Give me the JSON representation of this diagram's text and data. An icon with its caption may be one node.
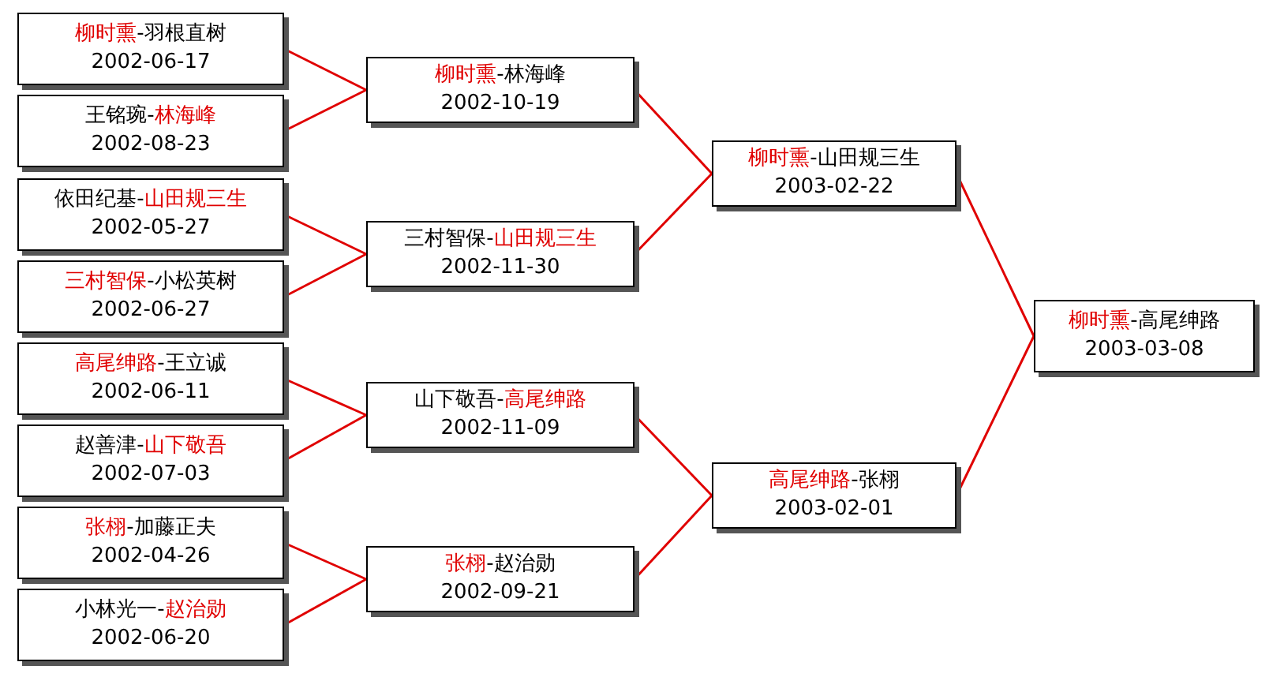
{
  "diagram": {
    "nodes": [
      {
        "text": [
          "*柳时熏*-羽根直树",
          "2002-06-17"
        ]
      },
      {
        "text": [
          "王铭琬-*林海峰*",
          "2002-08-23"
        ]
      },
      {
        "text": [
          "依田纪基-*山田规三生*",
          "2002-05-27"
        ]
      },
      {
        "text": [
          "*三村智保*-小松英树",
          "2002-06-27"
        ]
      },
      {
        "text": [
          "*高尾绅路*-王立诚",
          "2002-06-11"
        ]
      },
      {
        "text": [
          "赵善津-*山下敬吾*",
          "2002-07-03"
        ]
      },
      {
        "text": [
          "*张栩*-加藤正夫",
          "2002-04-26"
        ]
      },
      {
        "text": [
          "小林光一-*赵治勋*",
          "2002-06-20"
        ]
      },
      {
        "text": [
          "*柳时熏*-林海峰",
          "2002-10-19"
        ]
      },
      {
        "text": [
          "三村智保-*山田规三生*",
          "2002-11-30"
        ]
      },
      {
        "text": [
          "山下敬吾-*高尾绅路*",
          "2002-11-09"
        ]
      },
      {
        "text": [
          "*张栩*-赵治勋",
          "2002-09-21"
        ]
      },
      {
        "text": [
          "*柳时熏*-山田规三生",
          "2003-02-22"
        ]
      },
      {
        "text": [
          "*高尾绅路*-张栩",
          "2003-02-01"
        ]
      },
      {
        "text": [
          "*柳时熏*-高尾绅路",
          "2003-03-08"
        ]
      }
    ],
    "edges": [
      {
        "from": 0,
        "to": 8,
        "arrow": "none"
      },
      {
        "from": 1,
        "to": 8,
        "arrow": "none"
      },
      {
        "from": 2,
        "to": 9,
        "arrow": "none"
      },
      {
        "from": 3,
        "to": 9,
        "arrow": "none"
      },
      {
        "from": 4,
        "to": 10,
        "arrow": "none"
      },
      {
        "from": 5,
        "to": 10,
        "arrow": "none"
      },
      {
        "from": 6,
        "to": 11,
        "arrow": "none"
      },
      {
        "from": 7,
        "to": 11,
        "arrow": "none"
      },
      {
        "from": 8,
        "to": 12,
        "arrow": "none"
      },
      {
        "from": 9,
        "to": 12,
        "arrow": "none"
      },
      {
        "from": 10,
        "to": 13,
        "arrow": "none"
      },
      {
        "from": 11,
        "to": 13,
        "arrow": "none"
      },
      {
        "from": 12,
        "to": 14,
        "arrow": "none"
      },
      {
        "from": 13,
        "to": 14,
        "arrow": "none"
      }
    ]
  }
}
